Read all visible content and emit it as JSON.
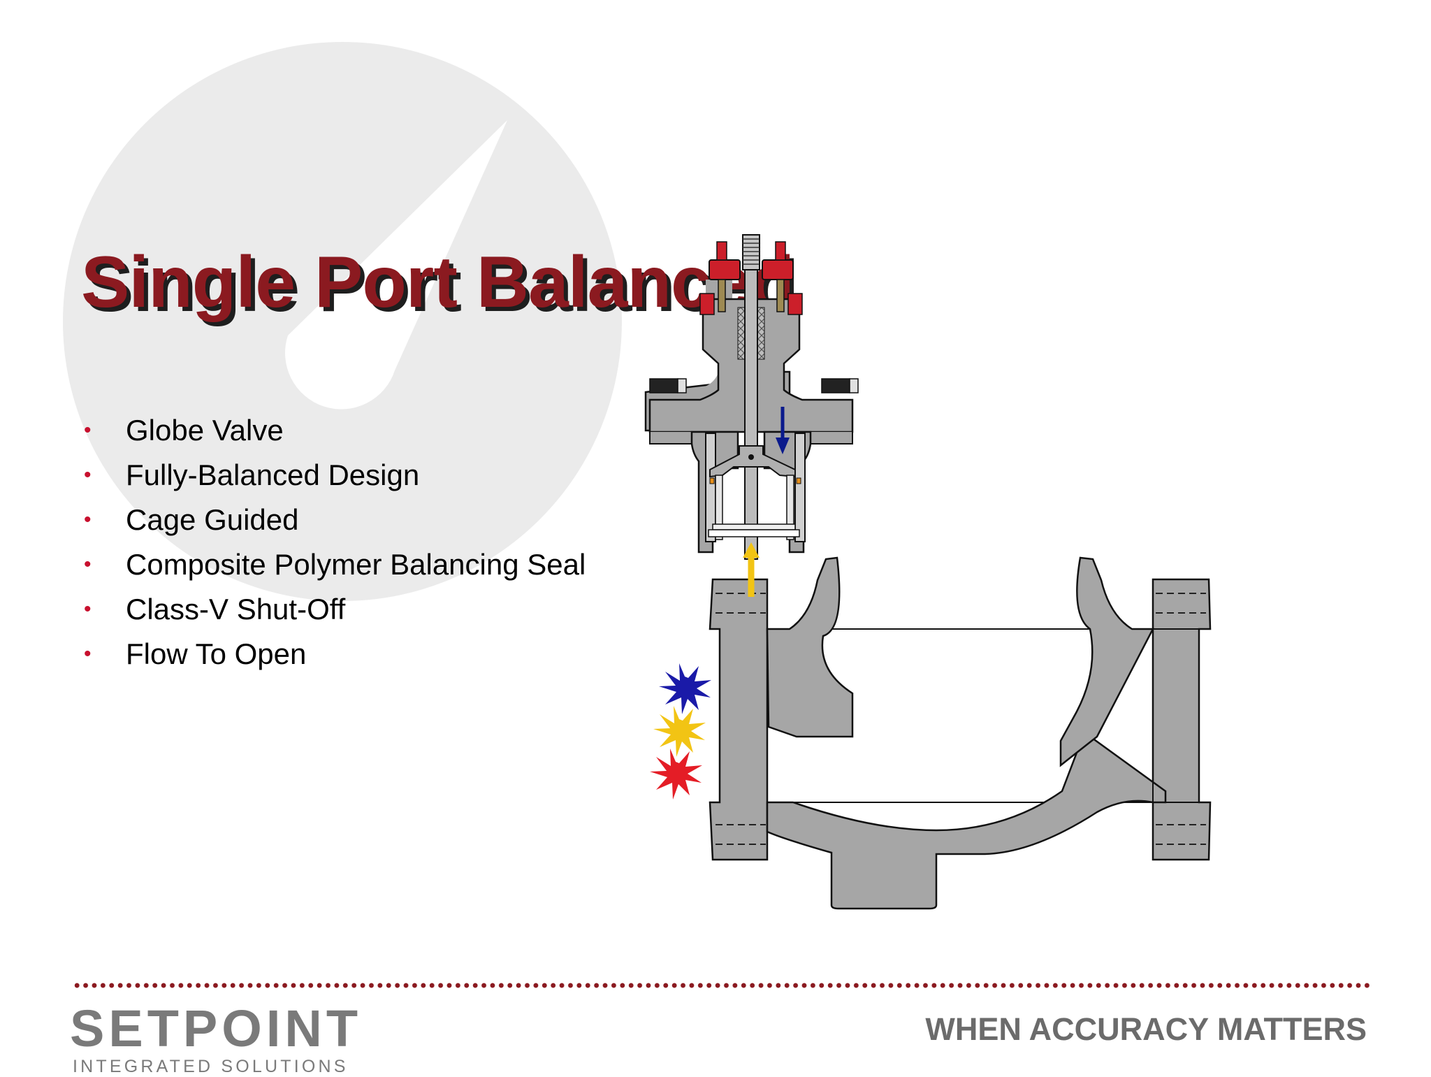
{
  "slide": {
    "title": "Single Port Balanced",
    "bullets": [
      "Globe Valve",
      "Fully-Balanced Design",
      "Cage Guided",
      "Composite Polymer Balancing Seal",
      "Class-V Shut-Off",
      "Flow To Open"
    ]
  },
  "footer": {
    "brand": "SETPOINT",
    "brand_subtitle": "INTEGRATED SOLUTIONS",
    "tagline": "WHEN ACCURACY MATTERS"
  },
  "colors": {
    "title": "#8b1a20",
    "bullet": "#c8102e",
    "divider": "#8b1a20",
    "valve_body": "#a6a6a6",
    "bolt_red": "#cc1f2a",
    "arrow_blue": "#0a1a8c",
    "arrow_yellow": "#f2c414",
    "logo_gray": "#7a7a7a"
  },
  "icons": [
    "watermark-gauge-icon",
    "valve-cross-section-diagram",
    "blue-burst-icon",
    "yellow-burst-icon",
    "red-burst-icon",
    "logo-gauge-o-icon"
  ]
}
